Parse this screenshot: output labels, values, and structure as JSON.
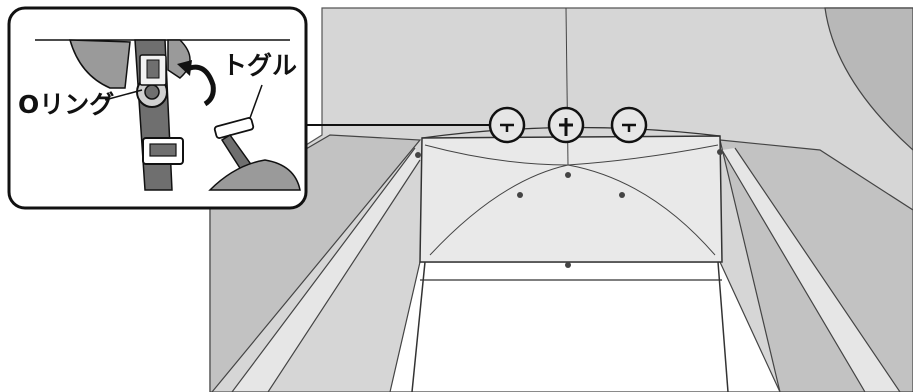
{
  "labels": {
    "o_ring": "Oリング",
    "toggle": "トグル"
  },
  "colors": {
    "tent_dark": "#bdbdbd",
    "tent_mid": "#d6d6d6",
    "tent_light": "#e9e9e9",
    "floor": "#ffffff",
    "outline": "#222222",
    "inset_border": "#111111"
  },
  "icons": {
    "callout_circle": "circle",
    "rotation_arrow": "curved-arrow"
  }
}
